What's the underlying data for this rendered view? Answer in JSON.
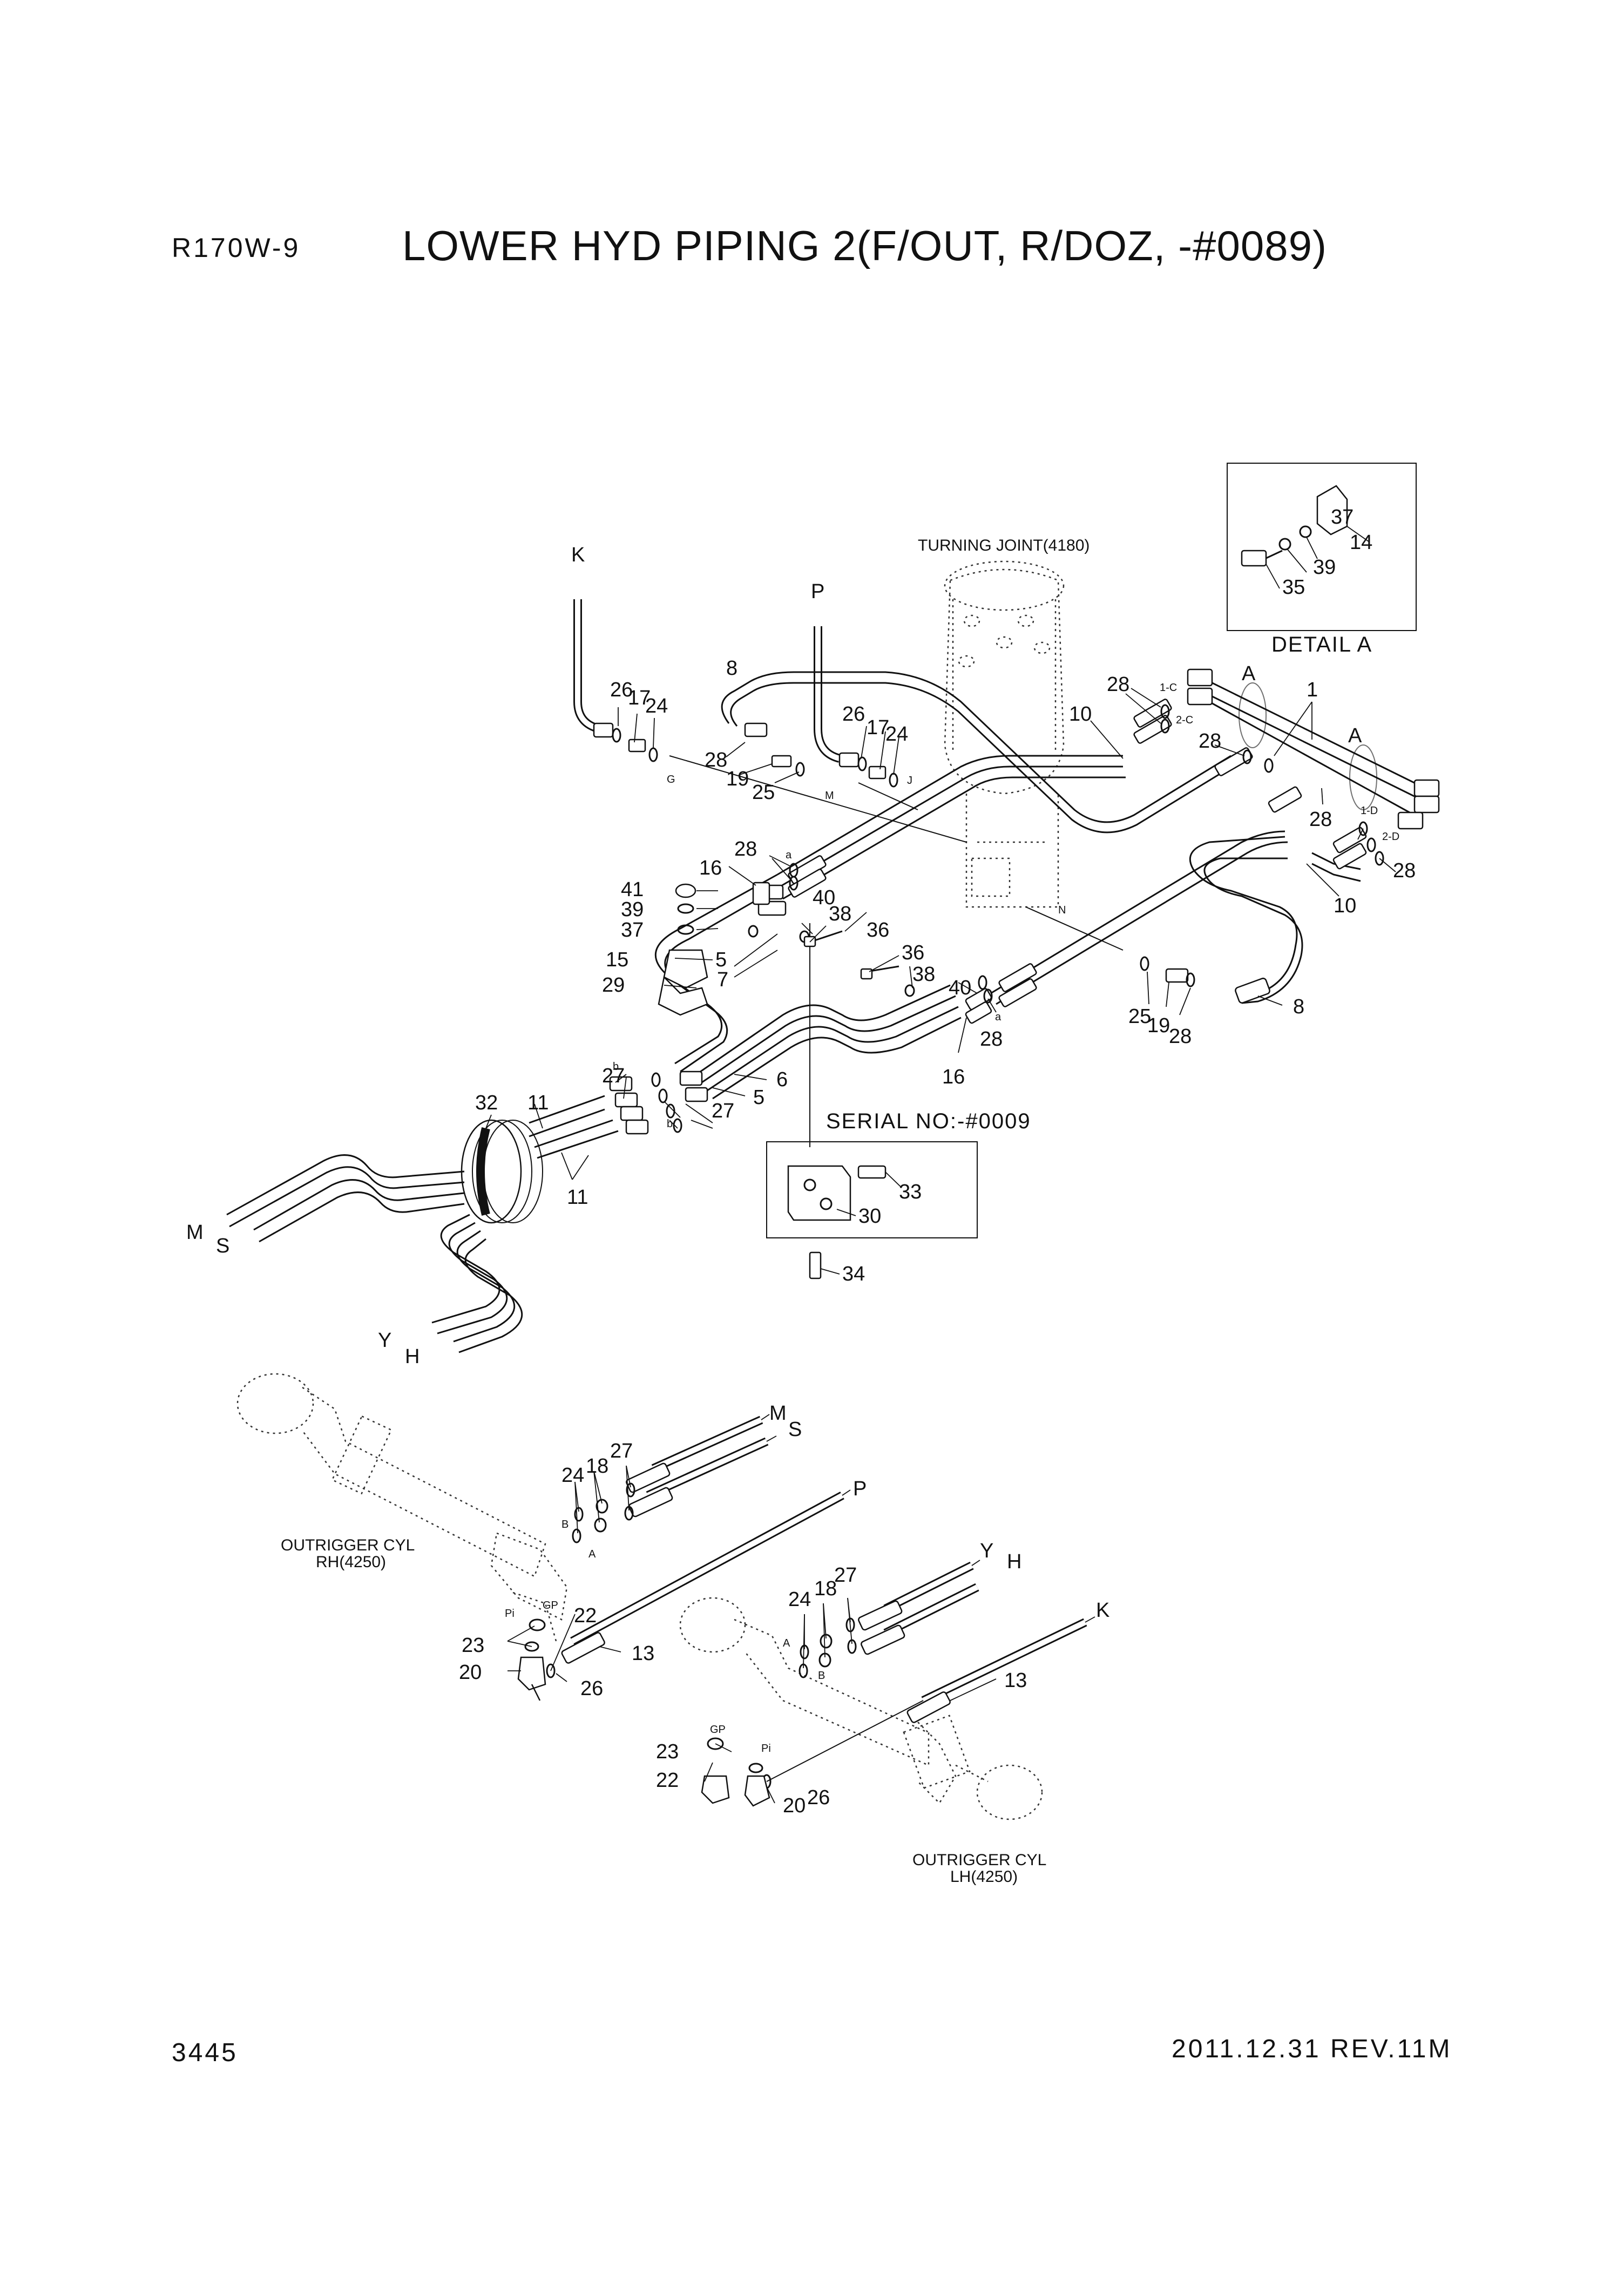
{
  "header": {
    "model": "R170W-9",
    "title": "LOWER HYD PIPING 2(F/OUT, R/DOZ, -#0089)"
  },
  "footer": {
    "page_number": "3445",
    "revision": "2011.12.31  REV.11M"
  },
  "diagram": {
    "captions": {
      "turning_joint": "TURNING JOINT(4180)",
      "detail_a": "DETAIL A",
      "serial_no": "SERIAL NO:-#0009",
      "outrigger_rh_line1": "OUTRIGGER CYL",
      "outrigger_rh_line2": "RH(4250)",
      "outrigger_lh_line1": "OUTRIGGER CYL",
      "outrigger_lh_line2": "LH(4250)"
    },
    "port_letters": {
      "k": "K",
      "p": "P",
      "m": "M",
      "s": "S",
      "y": "Y",
      "h": "H",
      "a": "A",
      "g": "G",
      "j": "J",
      "n": "N",
      "c1": "1-C",
      "c2": "2-C",
      "d1": "1-D",
      "d2": "2-D",
      "la": "a",
      "lb": "b",
      "pb": "B",
      "pa": "A",
      "pi": "Pi",
      "gp": "GP"
    },
    "part_numbers": {
      "p1": "1",
      "p5": "5",
      "p6": "6",
      "p7": "7",
      "p8": "8",
      "p10": "10",
      "p11": "11",
      "p13": "13",
      "p14": "14",
      "p15": "15",
      "p16": "16",
      "p17": "17",
      "p18": "18",
      "p19": "19",
      "p20": "20",
      "p22": "22",
      "p23": "23",
      "p24": "24",
      "p25": "25",
      "p26": "26",
      "p27": "27",
      "p28": "28",
      "p29": "29",
      "p30": "30",
      "p32": "32",
      "p33": "33",
      "p34": "34",
      "p35": "35",
      "p36": "36",
      "p37": "37",
      "p38": "38",
      "p39": "39",
      "p40": "40",
      "p41": "41"
    }
  }
}
